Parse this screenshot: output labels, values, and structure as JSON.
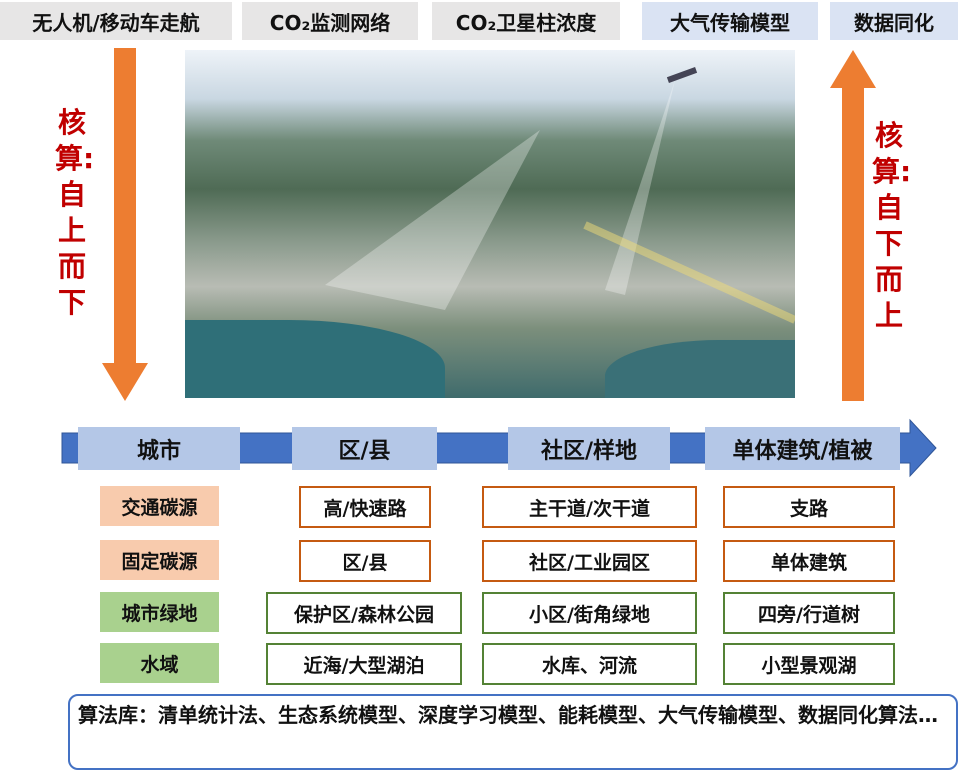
{
  "top_labels": [
    "无人机/移动车走航",
    "CO₂监测网络",
    "CO₂卫星柱浓度",
    "大气传输模型",
    "数据同化"
  ],
  "left_text": "核算:自上而下",
  "right_text": "核算:自下而上",
  "scales": [
    "城市",
    "区/县",
    "社区/样地",
    "单体建筑/植被"
  ],
  "rows": [
    {
      "label": "交通碳源",
      "cells": [
        "高/快速路",
        "主干道/次干道",
        "支路"
      ]
    },
    {
      "label": "固定碳源",
      "cells": [
        "区/县",
        "社区/工业园区",
        "单体建筑"
      ]
    },
    {
      "label": "城市绿地",
      "cells": [
        "保护区/森林公园",
        "小区/街角绿地",
        "四旁/行道树"
      ]
    },
    {
      "label": "水域",
      "cells": [
        "近海/大型湖泊",
        "水库、河流",
        "小型景观湖"
      ]
    }
  ],
  "algorithm_text": "算法库：清单统计法、生态系统模型、深度学习模型、能耗模型、大气传输模型、数据同化算法…",
  "colors": {
    "arrow": "#ED7D31",
    "text_red": "#C00000",
    "scale_bar": "#4472C4",
    "scale_box": "#B4C7E7"
  }
}
